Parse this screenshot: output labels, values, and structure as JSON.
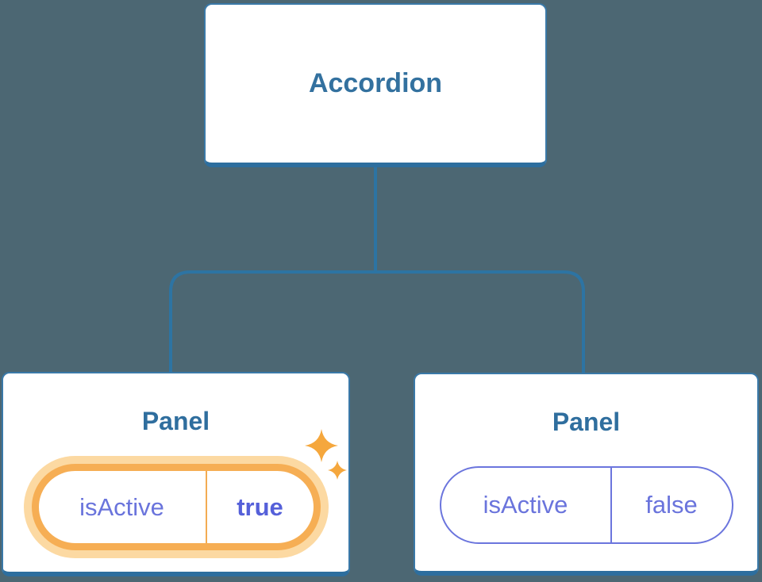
{
  "diagram": {
    "description": "Component tree diagram: an Accordion parent holding isActive state for two Panel children",
    "root": {
      "label": "Accordion"
    },
    "panels": [
      {
        "title": "Panel",
        "state_key": "isActive",
        "state_value": "true",
        "highlighted": true
      },
      {
        "title": "Panel",
        "state_key": "isActive",
        "state_value": "false",
        "highlighted": false
      }
    ]
  },
  "colors": {
    "background": "#4c6773",
    "node_fill": "#ffffff",
    "node_border": "#3a79a8",
    "node_border_bottom": "#2d6e9e",
    "title_text": "#2f6e9e",
    "connector_line": "#2d74a3",
    "state_text": "#6a74dc",
    "state_value_active_text": "#5560d9",
    "inactive_pill_border": "#6b75dd",
    "highlight_ring": "#f6ae54",
    "highlight_glow": "#fcd9a2",
    "highlight_divider": "#f3ab52",
    "sparkle": "#f5a73d"
  }
}
